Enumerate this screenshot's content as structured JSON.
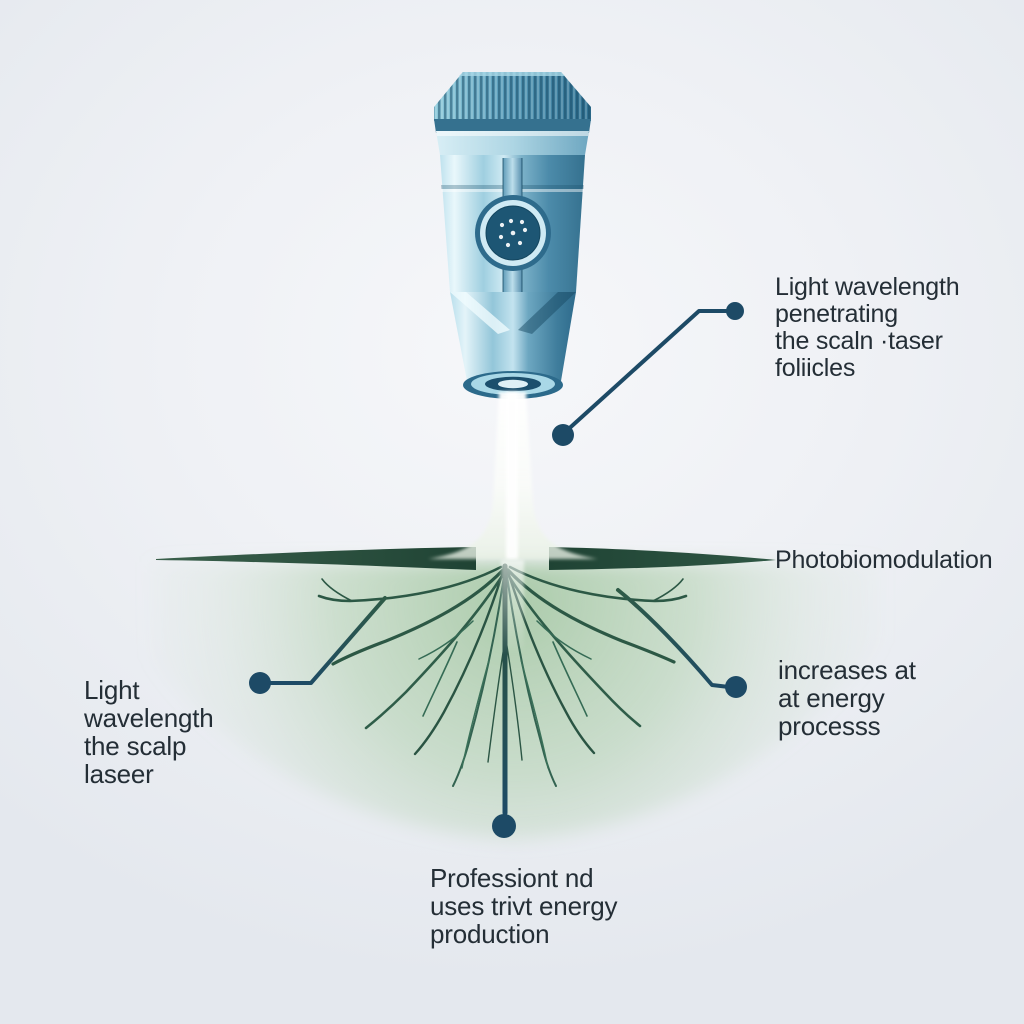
{
  "labels": {
    "beam_callout": {
      "lines": [
        "Light wavelength",
        "penetrating",
        "the scaln ·taser",
        "foliicles"
      ]
    },
    "photobiomodulation": {
      "text": "Photobiomodulation"
    },
    "energy_callout": {
      "lines": [
        "increases at",
        "at energy",
        "processs"
      ]
    },
    "scalp_callout": {
      "lines": [
        "Light",
        "wavelength",
        "the scalp",
        "laseer"
      ]
    },
    "production_callout": {
      "lines": [
        "Professiont nd",
        "uses trivt energy",
        "production"
      ]
    }
  },
  "colors": {
    "text": "#242e36",
    "callout_navy": "#1d4a66",
    "scalp_line_green": "#24493a",
    "root_green": "#2f5d49",
    "underground_green": "#9ac198",
    "device_blue_light": "#cdeaf4",
    "device_blue_dark": "#2e6b8c",
    "beam_white": "#ffffff",
    "background": "#eef0f4"
  },
  "icons": {
    "device": "laser-handpiece-icon",
    "beam": "light-beam",
    "scalp": "scalp-surface-line",
    "roots": "follicle-roots",
    "callout_dot": "connector-dot"
  }
}
